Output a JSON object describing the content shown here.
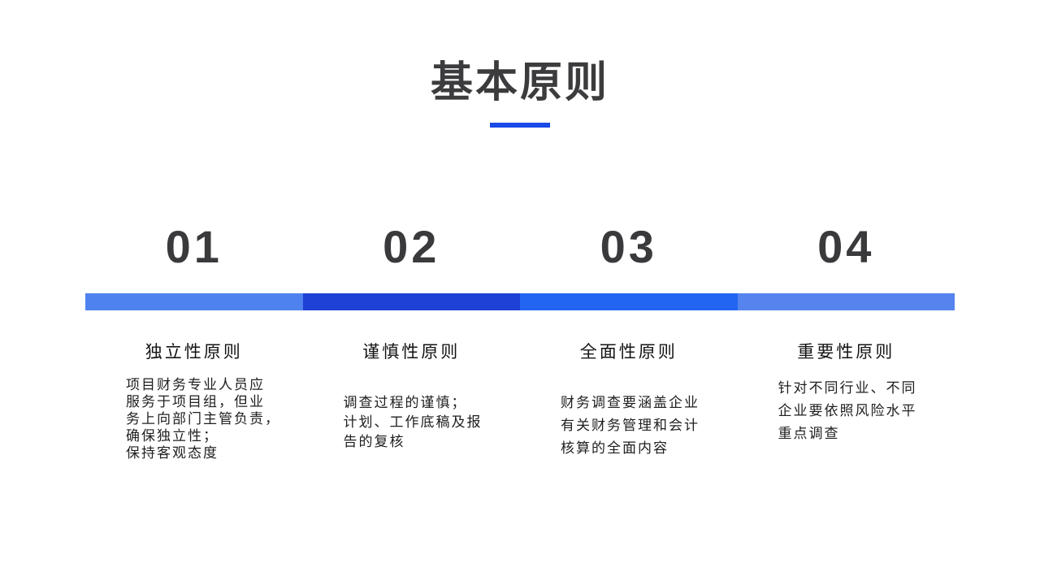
{
  "slide": {
    "title": "基本原则",
    "accent_color": "#1a4ae8",
    "background_color": "#ffffff",
    "title_color": "#3c3c3e",
    "number_color": "#3a3a3c"
  },
  "principles": [
    {
      "number": "01",
      "heading": "独立性原则",
      "body": "项目财务专业人员应\n服务于项目组，但业\n务上向部门主管负责，\n确保独立性；\n保持客观态度",
      "bar_color": "#4e82ef"
    },
    {
      "number": "02",
      "heading": "谨慎性原则",
      "body": "调查过程的谨慎；\n计划、工作底稿及报\n告的复核",
      "bar_color": "#1f41d6"
    },
    {
      "number": "03",
      "heading": "全面性原则",
      "body": "财务调查要涵盖企业\n有关财务管理和会计\n核算的全面内容",
      "bar_color": "#2165f2"
    },
    {
      "number": "04",
      "heading": "重要性原则",
      "body": "针对不同行业、不同\n企业要依照风险水平\n重点调查",
      "bar_color": "#5584ee"
    }
  ]
}
